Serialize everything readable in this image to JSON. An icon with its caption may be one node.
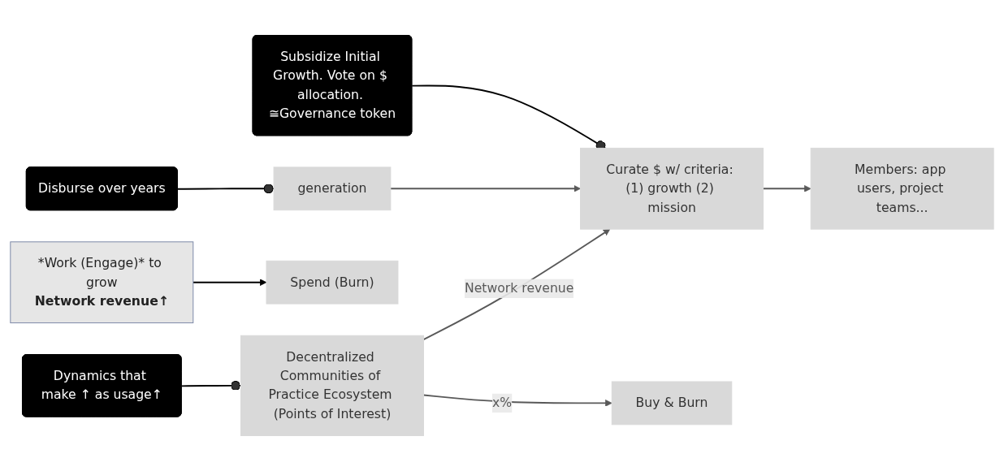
{
  "diagram": {
    "nodes": [
      {
        "text": [
          "Disburse over years"
        ]
      },
      {
        "text": [
          "generation"
        ]
      },
      {
        "text": [
          "Subsidize Initial Growth. Vote on $ allocation. ≅Governance token"
        ]
      },
      {
        "text": [
          "Curate $ w/ criteria: (1) growth (2) mission"
        ]
      },
      {
        "text": [
          "Members: app users, project teams..."
        ]
      },
      {
        "text": [
          "Spend (Burn)"
        ]
      },
      {
        "text": [
          "*Work (Engage)* to grow",
          "Network revenue↑"
        ]
      },
      {
        "text": [
          "Dynamics that make ↑ as usage↑"
        ]
      },
      {
        "text": [
          "Decentralized Communities of Practice Ecosystem (Points of Interest)"
        ]
      },
      {
        "text": [
          "Buy & Burn"
        ]
      }
    ],
    "edges": [
      {
        "from": 0,
        "to": 1,
        "arrow": "other",
        "color": "#000000"
      },
      {
        "from": 2,
        "to": 3,
        "arrow": "other",
        "color": "#000000"
      },
      {
        "from": 1,
        "to": 3,
        "arrow": "to"
      },
      {
        "from": 3,
        "to": 4,
        "arrow": "to"
      },
      {
        "from": 6,
        "to": 5,
        "arrow": "to",
        "color": "#000000"
      },
      {
        "from": 7,
        "to": 8,
        "arrow": "other",
        "color": "#000000"
      },
      {
        "from": 8,
        "to": 3,
        "arrow": "to",
        "label": "Network revenue"
      },
      {
        "from": 8,
        "to": 9,
        "arrow": "to",
        "label": "x%"
      }
    ]
  }
}
